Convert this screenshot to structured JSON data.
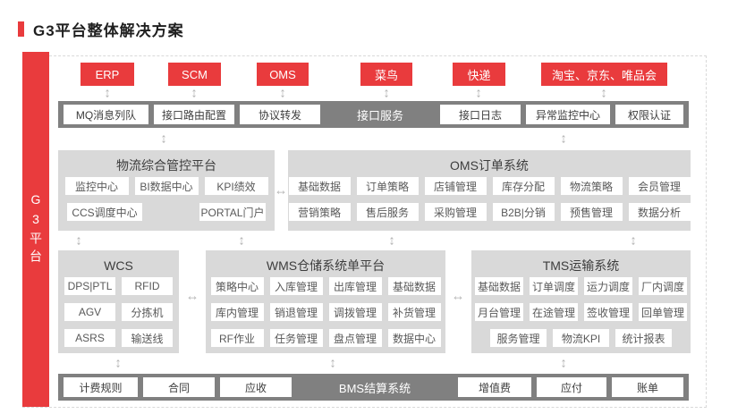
{
  "page": {
    "title": "G3平台整体解决方案"
  },
  "platform": {
    "label": "G3平台"
  },
  "top_systems": [
    "ERP",
    "SCM",
    "OMS",
    "菜鸟",
    "快递",
    "淘宝、京东、唯品会"
  ],
  "interface_bar": {
    "label": "接口服务",
    "items_left": [
      "MQ消息列队",
      "接口路由配置",
      "协议转发"
    ],
    "items_right": [
      "接口日志",
      "异常监控中心",
      "权限认证"
    ]
  },
  "control_platform": {
    "title": "物流综合管控平台",
    "row1": [
      "监控中心",
      "BI数据中心",
      "KPI绩效"
    ],
    "row2": [
      "CCS调度中心",
      "PORTAL门户"
    ]
  },
  "oms_system": {
    "title": "OMS订单系统",
    "row1": [
      "基础数据",
      "订单策略",
      "店铺管理",
      "库存分配",
      "物流策略",
      "会员管理"
    ],
    "row2": [
      "营销策略",
      "售后服务",
      "采购管理",
      "B2B|分销",
      "预售管理",
      "数据分析"
    ]
  },
  "wcs_system": {
    "title": "WCS",
    "row1": [
      "DPS|PTL",
      "RFID"
    ],
    "row2": [
      "AGV",
      "分拣机"
    ],
    "row3": [
      "ASRS",
      "输送线"
    ]
  },
  "wms_system": {
    "title": "WMS仓储系统单平台",
    "row1": [
      "策略中心",
      "入库管理",
      "出库管理",
      "基础数据"
    ],
    "row2": [
      "库内管理",
      "销退管理",
      "调拨管理",
      "补货管理"
    ],
    "row3": [
      "RF作业",
      "任务管理",
      "盘点管理",
      "数据中心"
    ]
  },
  "tms_system": {
    "title": "TMS运输系统",
    "row1": [
      "基础数据",
      "订单调度",
      "运力调度",
      "厂内调度"
    ],
    "row2": [
      "月台管理",
      "在途管理",
      "签收管理",
      "回单管理"
    ],
    "row3": [
      "服务管理",
      "物流KPI",
      "统计报表"
    ]
  },
  "bms_bar": {
    "label": "BMS结算系统",
    "items_left": [
      "计费规则",
      "合同",
      "应收"
    ],
    "items_right": [
      "增值费",
      "应付",
      "账单"
    ]
  },
  "icons": {
    "vertical_arrow": "↕",
    "horizontal_arrow": "↔"
  },
  "colors": {
    "red": "#e93b3d",
    "dark_gray": "#808080",
    "section_gray": "#d9d9d9",
    "arrow_gray": "#b3b3b3"
  }
}
